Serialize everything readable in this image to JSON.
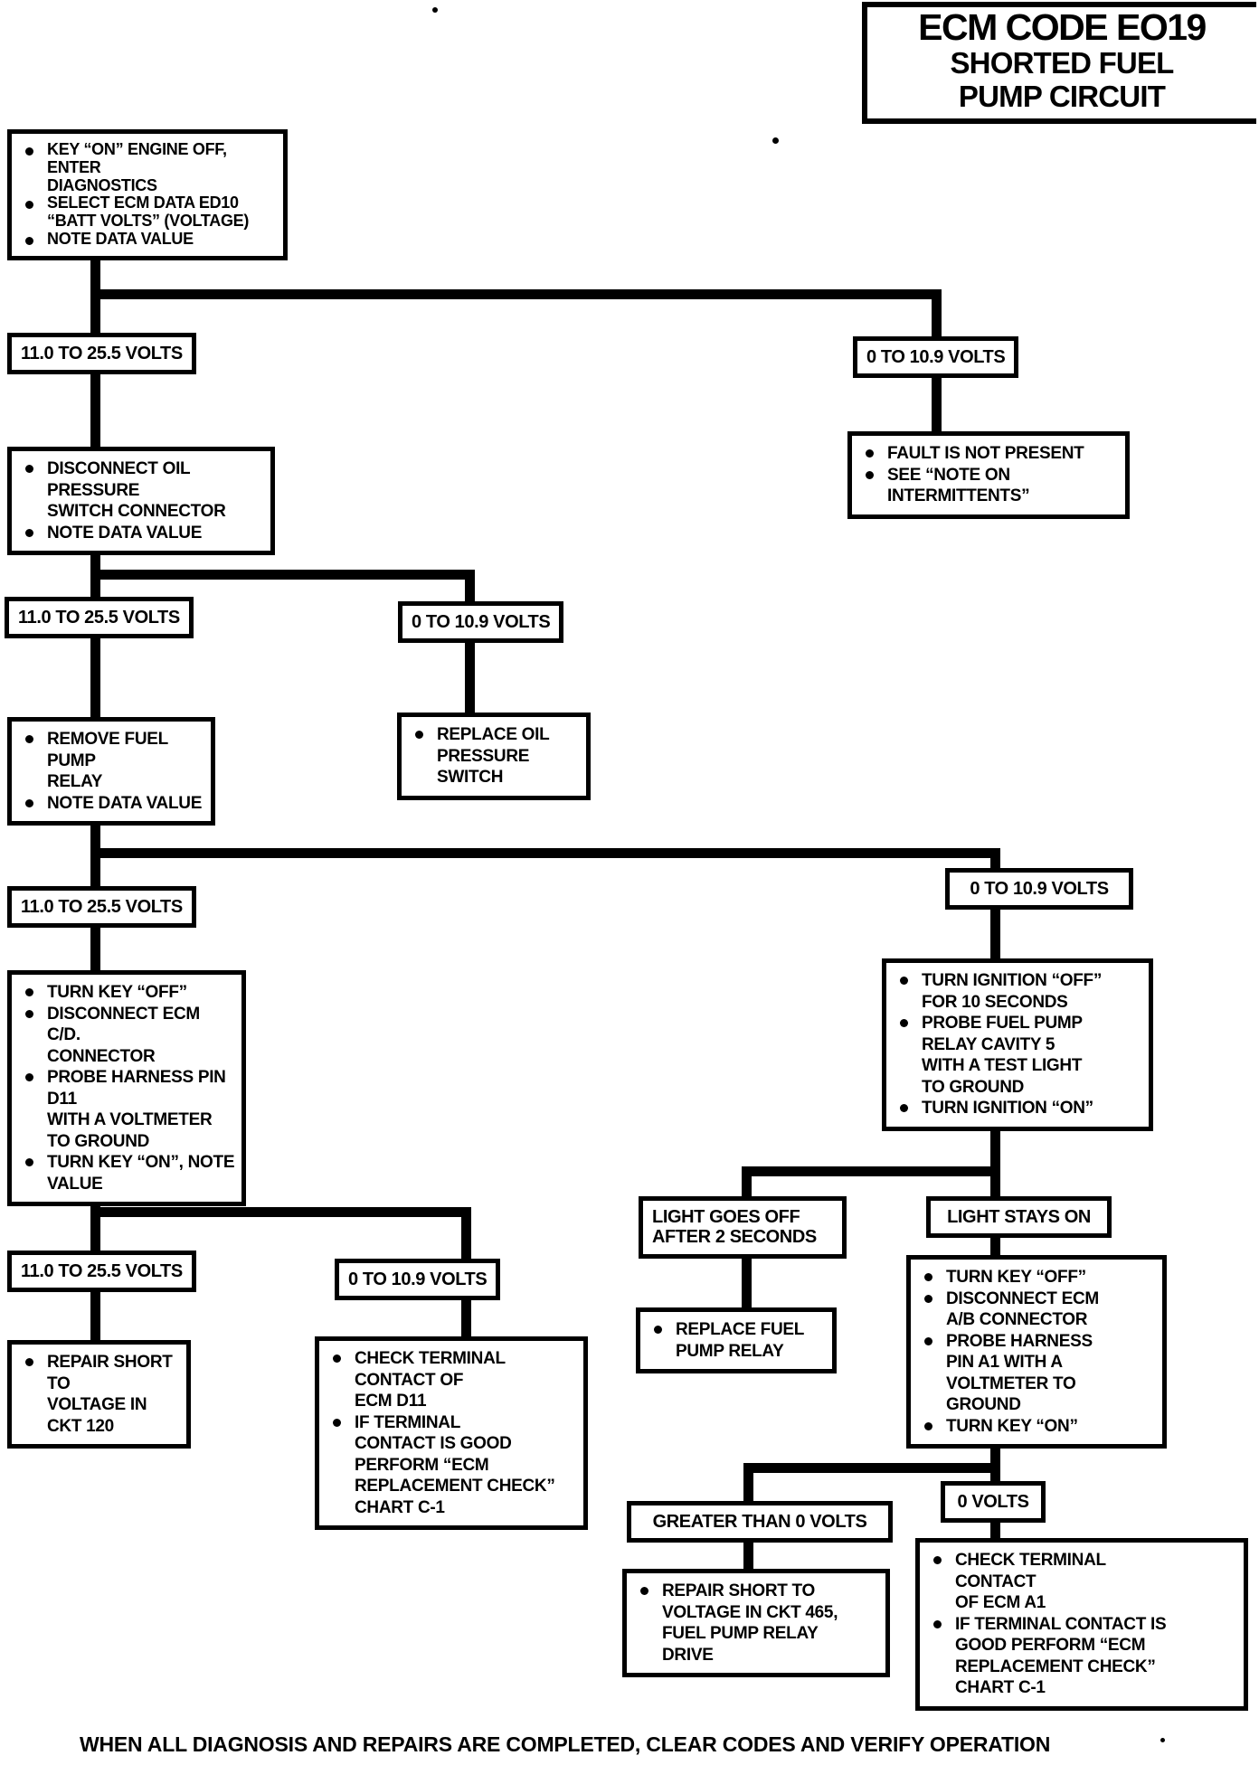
{
  "title": {
    "line1": "ECM CODE EO19",
    "line2": "SHORTED FUEL",
    "line3": "PUMP CIRCUIT"
  },
  "labels": {
    "volts_high": "11.0 TO 25.5 VOLTS",
    "volts_low": "0 TO 10.9 VOLTS",
    "light_goes_off": "LIGHT GOES OFF\nAFTER 2 SECONDS",
    "light_stays_on": "LIGHT STAYS ON",
    "greater_than_0": "GREATER THAN 0 VOLTS",
    "zero_volts": "0 VOLTS"
  },
  "nodes": {
    "start": {
      "items": [
        "KEY “ON” ENGINE OFF, ENTER\nDIAGNOSTICS",
        "SELECT ECM DATA ED10\n“BATT VOLTS” (VOLTAGE)",
        "NOTE DATA VALUE"
      ]
    },
    "fault_not_present": {
      "items": [
        "FAULT IS NOT PRESENT",
        "SEE “NOTE ON\nINTERMITTENTS”"
      ]
    },
    "disconnect_oil": {
      "items": [
        "DISCONNECT OIL PRESSURE\nSWITCH CONNECTOR",
        "NOTE DATA VALUE"
      ]
    },
    "replace_oil": {
      "items": [
        "REPLACE OIL\nPRESSURE SWITCH"
      ]
    },
    "remove_relay": {
      "items": [
        "REMOVE FUEL PUMP\nRELAY",
        "NOTE DATA VALUE"
      ]
    },
    "probe_d11": {
      "items": [
        "TURN KEY “OFF”",
        "DISCONNECT ECM C/D.\nCONNECTOR",
        "PROBE HARNESS PIN D11\nWITH A VOLTMETER\nTO GROUND",
        "TURN KEY “ON”, NOTE\nVALUE"
      ]
    },
    "repair_ckt120": {
      "items": [
        "REPAIR SHORT TO\nVOLTAGE IN\nCKT 120"
      ]
    },
    "check_d11": {
      "items": [
        "CHECK TERMINAL\nCONTACT OF\nECM D11",
        "IF TERMINAL\nCONTACT IS GOOD\nPERFORM “ECM\nREPLACEMENT CHECK”\nCHART C-1"
      ]
    },
    "probe_cavity5": {
      "items": [
        "TURN IGNITION “OFF”\nFOR 10 SECONDS",
        "PROBE FUEL PUMP\nRELAY CAVITY 5\nWITH A TEST LIGHT\nTO GROUND",
        "TURN IGNITION “ON”"
      ]
    },
    "replace_relay": {
      "items": [
        "REPLACE FUEL\nPUMP RELAY"
      ]
    },
    "probe_a1": {
      "items": [
        "TURN KEY “OFF”",
        "DISCONNECT ECM\nA/B CONNECTOR",
        "PROBE HARNESS\nPIN A1 WITH A\nVOLTMETER TO\nGROUND",
        "TURN KEY “ON”"
      ]
    },
    "repair_ckt465": {
      "items": [
        "REPAIR SHORT TO\nVOLTAGE IN CKT 465,\nFUEL PUMP RELAY\nDRIVE"
      ]
    },
    "check_a1": {
      "items": [
        "CHECK TERMINAL\nCONTACT\nOF ECM A1",
        "IF TERMINAL CONTACT IS\nGOOD PERFORM “ECM\nREPLACEMENT CHECK”\nCHART C-1"
      ]
    }
  },
  "footer": "WHEN ALL DIAGNOSIS AND REPAIRS ARE COMPLETED, CLEAR CODES AND VERIFY OPERATION"
}
